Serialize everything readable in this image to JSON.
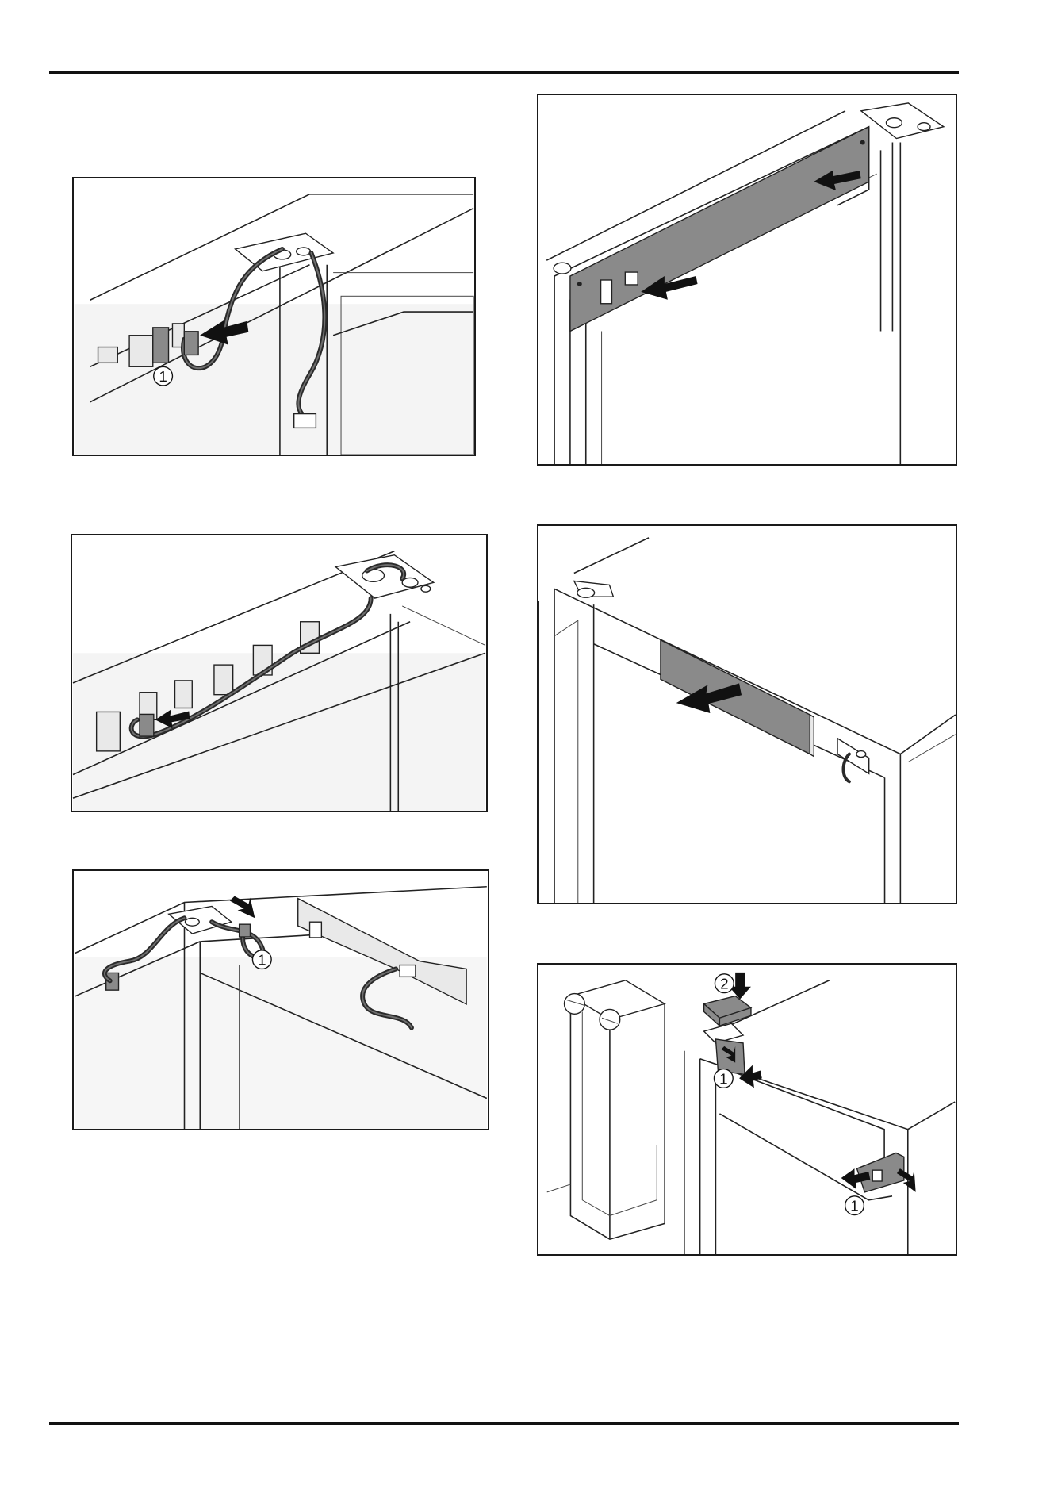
{
  "page": {
    "figures": [
      {
        "id": "fig-1",
        "callouts": [
          "1"
        ]
      },
      {
        "id": "fig-2",
        "callouts": []
      },
      {
        "id": "fig-3",
        "callouts": [
          "1"
        ]
      },
      {
        "id": "fig-4",
        "callouts": []
      },
      {
        "id": "fig-5",
        "callouts": []
      },
      {
        "id": "fig-6",
        "callouts": [
          "2",
          "1",
          "1"
        ]
      }
    ]
  }
}
